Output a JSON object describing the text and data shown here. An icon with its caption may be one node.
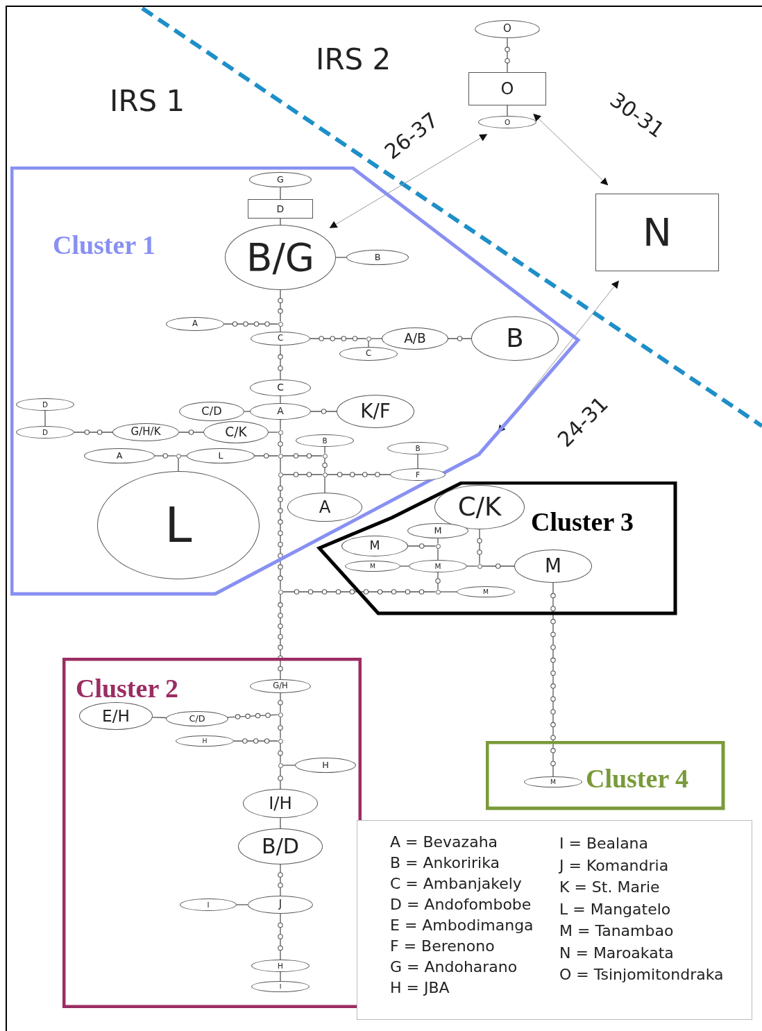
{
  "diagram": {
    "nodes": [
      {
        "text": [
          "Cluster 1"
        ]
      },
      {
        "text": [
          "Cluster 2"
        ]
      },
      {
        "text": [
          "Cluster 3"
        ]
      },
      {
        "text": [
          "Cluster 4"
        ]
      },
      {
        "text": [
          "O"
        ]
      },
      {
        "text": [
          "O"
        ]
      },
      {
        "text": [
          "O"
        ]
      },
      {
        "text": [
          "N"
        ]
      },
      {
        "text": [
          "G"
        ],
        "in": 0
      },
      {
        "text": [
          "D"
        ],
        "in": 0
      },
      {
        "text": [
          "B/G"
        ],
        "in": 0
      },
      {
        "text": [
          "B"
        ],
        "in": 0
      },
      {
        "text": [
          "A"
        ],
        "in": 0
      },
      {
        "text": [
          "C"
        ],
        "in": 0
      },
      {
        "text": [
          "C"
        ],
        "in": 0
      },
      {
        "text": [
          "A/B"
        ],
        "in": 0
      },
      {
        "text": [
          "B"
        ],
        "in": 0
      },
      {
        "text": [
          "C"
        ],
        "in": 0
      },
      {
        "text": [
          "C/D"
        ],
        "in": 0
      },
      {
        "text": [
          "A"
        ],
        "in": 0
      },
      {
        "text": [
          "K/F"
        ],
        "in": 0
      },
      {
        "text": [
          "D"
        ],
        "in": 0
      },
      {
        "text": [
          "D"
        ],
        "in": 0
      },
      {
        "text": [
          "G/H/K"
        ],
        "in": 0
      },
      {
        "text": [
          "C/K"
        ],
        "in": 0
      },
      {
        "text": [
          "B"
        ],
        "in": 0
      },
      {
        "text": [
          "A"
        ],
        "in": 0
      },
      {
        "text": [
          "L"
        ],
        "in": 0
      },
      {
        "text": [
          "B"
        ],
        "in": 0
      },
      {
        "text": [
          "F"
        ],
        "in": 0
      },
      {
        "text": [
          "A"
        ],
        "in": 0
      },
      {
        "text": [
          "L"
        ],
        "in": 0
      },
      {
        "text": [
          "C/K"
        ],
        "in": 2
      },
      {
        "text": [
          "M"
        ],
        "in": 2
      },
      {
        "text": [
          "M"
        ],
        "in": 2
      },
      {
        "text": [
          "M"
        ],
        "in": 2
      },
      {
        "text": [
          "M"
        ],
        "in": 2
      },
      {
        "text": [
          "M"
        ],
        "in": 2
      },
      {
        "text": [
          "M"
        ],
        "in": 2
      },
      {
        "text": [
          "G/H"
        ],
        "in": 1
      },
      {
        "text": [
          "E/H"
        ],
        "in": 1
      },
      {
        "text": [
          "C/D"
        ],
        "in": 1
      },
      {
        "text": [
          "H"
        ],
        "in": 1
      },
      {
        "text": [
          "H"
        ],
        "in": 1
      },
      {
        "text": [
          "I/H"
        ],
        "in": 1
      },
      {
        "text": [
          "B/D"
        ],
        "in": 1
      },
      {
        "text": [
          "I"
        ],
        "in": 1
      },
      {
        "text": [
          "J"
        ],
        "in": 1
      },
      {
        "text": [
          "H"
        ],
        "in": 1
      },
      {
        "text": [
          "I"
        ],
        "in": 1
      },
      {
        "text": [
          "M"
        ],
        "in": 3
      },
      {
        "text": [],
        "shape": "circle",
        "in": 0
      },
      {
        "text": [],
        "shape": "circle",
        "in": 0
      },
      {
        "text": [],
        "shape": "circle",
        "in": 0
      },
      {
        "text": [],
        "shape": "circle",
        "in": 0
      },
      {
        "text": [],
        "shape": "circle",
        "in": 0
      },
      {
        "text": [],
        "shape": "circle",
        "in": 0
      },
      {
        "text": [],
        "shape": "circle",
        "in": 0
      },
      {
        "text": [],
        "shape": "circle",
        "in": 0
      },
      {
        "text": [],
        "shape": "circle",
        "in": 2
      },
      {
        "text": [],
        "shape": "circle",
        "in": 2
      },
      {
        "text": [],
        "shape": "circle"
      },
      {
        "text": [],
        "shape": "circle",
        "in": 2
      },
      {
        "text": [],
        "shape": "circle",
        "in": 1
      },
      {
        "text": [],
        "shape": "circle",
        "in": 1
      },
      {
        "text": [],
        "shape": "circle",
        "in": 1
      }
    ],
    "edges": [
      {
        "from": 10,
        "to": 6,
        "arrow": "both",
        "label": "26-37",
        "color": "#999999"
      },
      {
        "from": 5,
        "to": 7,
        "arrow": "both",
        "label": "30-31",
        "color": "#999999"
      },
      {
        "from": 7,
        "to": 0,
        "arrow": "both",
        "label": "24-31",
        "color": "#999999"
      },
      {
        "from": 4,
        "to": 5,
        "arrow": "none"
      },
      {
        "from": 5,
        "to": 6,
        "arrow": "none"
      },
      {
        "from": 8,
        "to": 9,
        "arrow": "none"
      },
      {
        "from": 9,
        "to": 10,
        "arrow": "none"
      },
      {
        "from": 10,
        "to": 11,
        "arrow": "none"
      },
      {
        "from": 10,
        "to": 51,
        "arrow": "none"
      },
      {
        "from": 51,
        "to": 12,
        "arrow": "none"
      },
      {
        "from": 51,
        "to": 13,
        "arrow": "none"
      },
      {
        "from": 13,
        "to": 52,
        "arrow": "none"
      },
      {
        "from": 52,
        "to": 14,
        "arrow": "none"
      },
      {
        "from": 52,
        "to": 15,
        "arrow": "none"
      },
      {
        "from": 15,
        "to": 16,
        "arrow": "none"
      },
      {
        "from": 13,
        "to": 17,
        "arrow": "none"
      },
      {
        "from": 17,
        "to": 19,
        "arrow": "none"
      },
      {
        "from": 18,
        "to": 19,
        "arrow": "none"
      },
      {
        "from": 19,
        "to": 20,
        "arrow": "none"
      },
      {
        "from": 19,
        "to": 53,
        "arrow": "none"
      },
      {
        "from": 21,
        "to": 22,
        "arrow": "none"
      },
      {
        "from": 22,
        "to": 23,
        "arrow": "none"
      },
      {
        "from": 23,
        "to": 24,
        "arrow": "none"
      },
      {
        "from": 24,
        "to": 53,
        "arrow": "none"
      },
      {
        "from": 53,
        "to": 55,
        "arrow": "none"
      },
      {
        "from": 26,
        "to": 54,
        "arrow": "none"
      },
      {
        "from": 54,
        "to": 27,
        "arrow": "none"
      },
      {
        "from": 54,
        "to": 31,
        "arrow": "none"
      },
      {
        "from": 27,
        "to": 55,
        "arrow": "none"
      },
      {
        "from": 55,
        "to": 56,
        "arrow": "none"
      },
      {
        "from": 56,
        "to": 25,
        "arrow": "none"
      },
      {
        "from": 56,
        "to": 58,
        "arrow": "none"
      },
      {
        "from": 58,
        "to": 30,
        "arrow": "none"
      },
      {
        "from": 55,
        "to": 57,
        "arrow": "none"
      },
      {
        "from": 57,
        "to": 58,
        "arrow": "none"
      },
      {
        "from": 58,
        "to": 29,
        "arrow": "none"
      },
      {
        "from": 29,
        "to": 28,
        "arrow": "none"
      },
      {
        "from": 57,
        "to": 61,
        "arrow": "none"
      },
      {
        "from": 61,
        "to": 62,
        "arrow": "none"
      },
      {
        "from": 62,
        "to": 38,
        "arrow": "none"
      },
      {
        "from": 62,
        "to": 36,
        "arrow": "none"
      },
      {
        "from": 36,
        "to": 59,
        "arrow": "none"
      },
      {
        "from": 59,
        "to": 33,
        "arrow": "none"
      },
      {
        "from": 59,
        "to": 34,
        "arrow": "none"
      },
      {
        "from": 35,
        "to": 36,
        "arrow": "none"
      },
      {
        "from": 36,
        "to": 60,
        "arrow": "none"
      },
      {
        "from": 60,
        "to": 32,
        "arrow": "none"
      },
      {
        "from": 60,
        "to": 37,
        "arrow": "none"
      },
      {
        "from": 37,
        "to": 50,
        "arrow": "none"
      },
      {
        "from": 61,
        "to": 39,
        "arrow": "none"
      },
      {
        "from": 39,
        "to": 63,
        "arrow": "none"
      },
      {
        "from": 63,
        "to": 41,
        "arrow": "none"
      },
      {
        "from": 41,
        "to": 40,
        "arrow": "none"
      },
      {
        "from": 63,
        "to": 64,
        "arrow": "none"
      },
      {
        "from": 64,
        "to": 42,
        "arrow": "none"
      },
      {
        "from": 64,
        "to": 65,
        "arrow": "none"
      },
      {
        "from": 65,
        "to": 43,
        "arrow": "none"
      },
      {
        "from": 65,
        "to": 44,
        "arrow": "none"
      },
      {
        "from": 44,
        "to": 45,
        "arrow": "none"
      },
      {
        "from": 45,
        "to": 47,
        "arrow": "none"
      },
      {
        "from": 47,
        "to": 46,
        "arrow": "none"
      },
      {
        "from": 47,
        "to": 48,
        "arrow": "none"
      },
      {
        "from": 48,
        "to": 49,
        "arrow": "none"
      }
    ],
    "labels": [
      "IRS 1",
      "IRS 2",
      "A = Bevazaha",
      "B = Ankoririka",
      "C = Ambanjakely",
      "D = Andofombobe",
      "E = Ambodimanga",
      "F = Berenono",
      "G = Andoharano",
      "H = JBA",
      "I = Bealana",
      "J = Komandria",
      "K = St. Marie",
      "L = Mangatelo",
      "M = Tanambao",
      "N = Maroakata",
      "O = Tsinjomitondraka"
    ]
  }
}
